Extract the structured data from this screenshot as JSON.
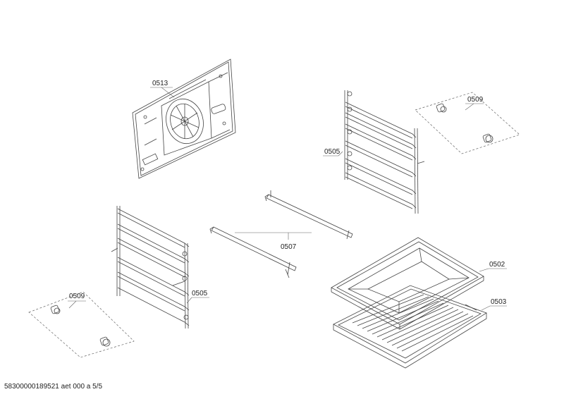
{
  "labels": {
    "back_panel": "0513",
    "clip_right": "0509",
    "rail_right": "0505",
    "rail_left": "0505",
    "rods": "0507",
    "clip_left": "0509",
    "tray": "0502",
    "grid": "0503"
  },
  "footer": "58300000189521 aet 000 a 5/5"
}
